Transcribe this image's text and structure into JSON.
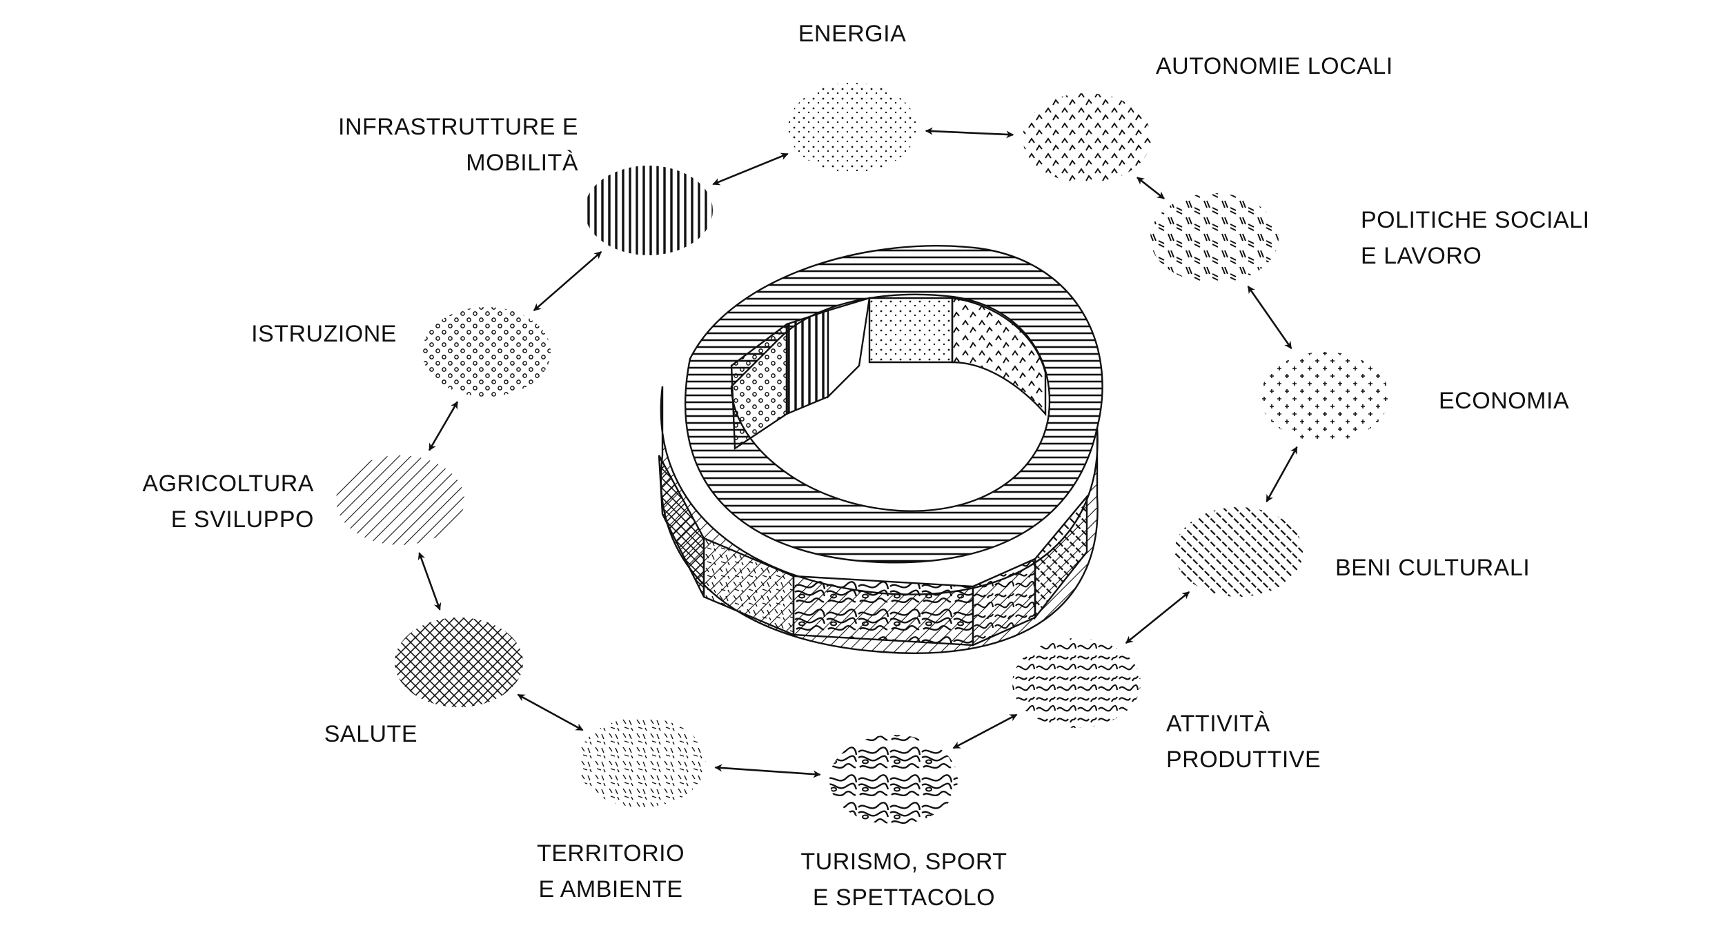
{
  "nodes": [
    {
      "id": "energia",
      "lines": [
        "ENERGIA"
      ],
      "pattern": "dots"
    },
    {
      "id": "autonomie-locali",
      "lines": [
        "AUTONOMIE LOCALI"
      ],
      "pattern": "chevrons"
    },
    {
      "id": "politiche-sociali",
      "lines": [
        "POLITICHE SOCIALI",
        "E LAVORO"
      ],
      "pattern": "dashes"
    },
    {
      "id": "economia",
      "lines": [
        "ECONOMIA"
      ],
      "pattern": "plus"
    },
    {
      "id": "beni-culturali",
      "lines": [
        "BENI CULTURALI"
      ],
      "pattern": "diag-back"
    },
    {
      "id": "attivita-produttive",
      "lines": [
        "ATTIVITÀ",
        "PRODUTTIVE"
      ],
      "pattern": "squiggle"
    },
    {
      "id": "turismo-sport",
      "lines": [
        "TURISMO, SPORT",
        "E SPETTACOLO"
      ],
      "pattern": "topo"
    },
    {
      "id": "territorio-ambiente",
      "lines": [
        "TERRITORIO",
        "E AMBIENTE"
      ],
      "pattern": "ticks"
    },
    {
      "id": "salute",
      "lines": [
        "SALUTE"
      ],
      "pattern": "crosshatch"
    },
    {
      "id": "agricoltura-sviluppo",
      "lines": [
        "AGRICOLTURA",
        "E SVILUPPO"
      ],
      "pattern": "diag-fwd"
    },
    {
      "id": "istruzione",
      "lines": [
        "ISTRUZIONE"
      ],
      "pattern": "circles"
    },
    {
      "id": "infrastrutture-mobilita",
      "lines": [
        "INFRASTRUTTURE E",
        "MOBILITÀ"
      ],
      "pattern": "vertical"
    }
  ],
  "connections": [
    [
      "energia",
      "autonomie-locali"
    ],
    [
      "autonomie-locali",
      "politiche-sociali"
    ],
    [
      "politiche-sociali",
      "economia"
    ],
    [
      "economia",
      "beni-culturali"
    ],
    [
      "beni-culturali",
      "attivita-produttive"
    ],
    [
      "attivita-produttive",
      "turismo-sport"
    ],
    [
      "turismo-sport",
      "territorio-ambiente"
    ],
    [
      "territorio-ambiente",
      "salute"
    ],
    [
      "salute",
      "agricoltura-sviluppo"
    ],
    [
      "agricoltura-sviluppo",
      "istruzione"
    ],
    [
      "istruzione",
      "infrastrutture-mobilita"
    ],
    [
      "infrastrutture-mobilita",
      "energia"
    ]
  ],
  "colors": {
    "ink": "#111111",
    "background": "#ffffff"
  }
}
